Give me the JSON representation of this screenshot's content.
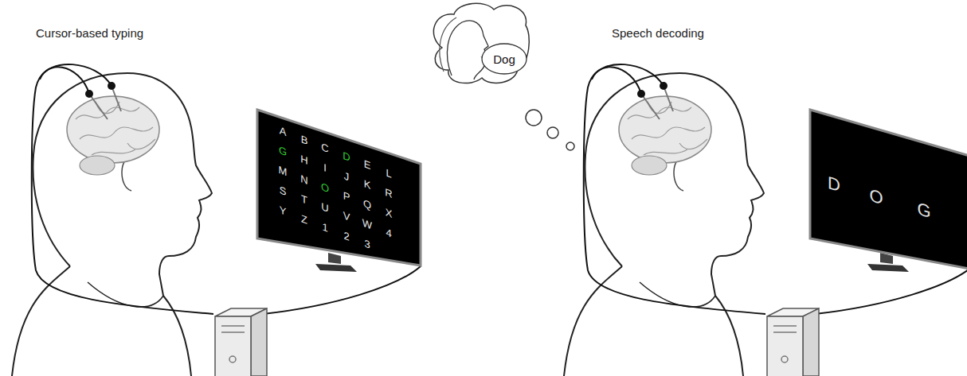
{
  "diagram": {
    "nodes": [
      {
        "text": [
          "A",
          "B",
          "C",
          "D",
          "E",
          "L",
          "G",
          "H",
          "I",
          "J",
          "K",
          "R",
          "M",
          "N",
          "O",
          "P",
          "Q",
          "X",
          "S",
          "T",
          "U",
          "V",
          "W",
          "4",
          "Y",
          "Z",
          "1",
          "2",
          "3"
        ]
      },
      {
        "text": [
          "Dog"
        ]
      },
      {
        "text": [
          "D",
          "O",
          "G"
        ]
      }
    ],
    "labels": [
      "Cursor-based typing",
      "Speech decoding"
    ]
  }
}
